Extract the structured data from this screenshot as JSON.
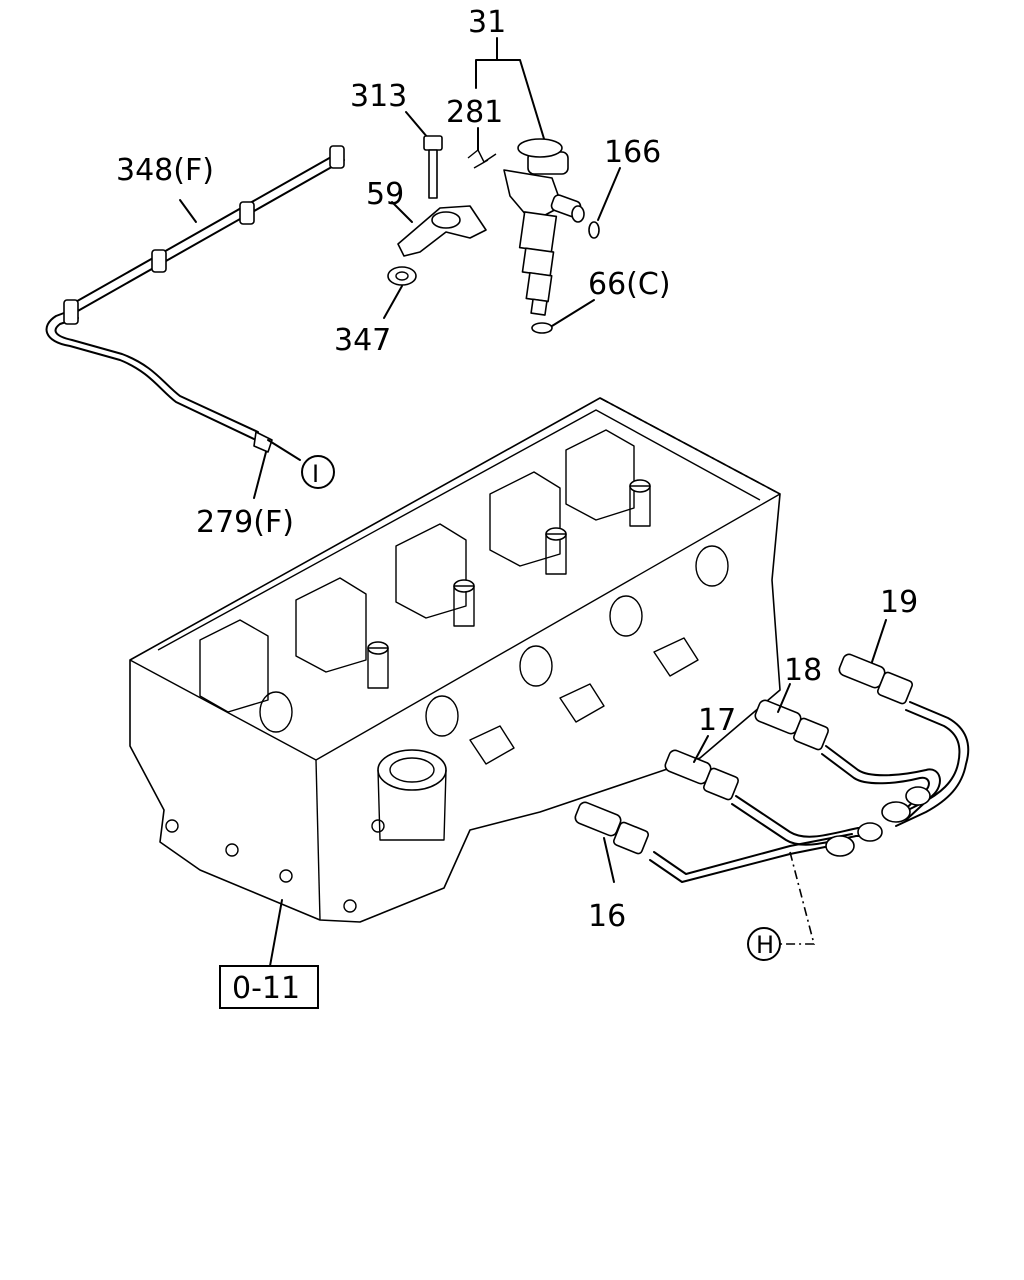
{
  "callouts": {
    "c31": "31",
    "c313": "313",
    "c281": "281",
    "c166": "166",
    "c348f": "348(F)",
    "c59": "59",
    "c66c": "66(C)",
    "c347": "347",
    "c279f": "279(F)",
    "c19": "19",
    "c18": "18",
    "c17": "17",
    "c16": "16"
  },
  "markers": {
    "i": "I",
    "h": "H"
  },
  "reference_box": "0-11"
}
